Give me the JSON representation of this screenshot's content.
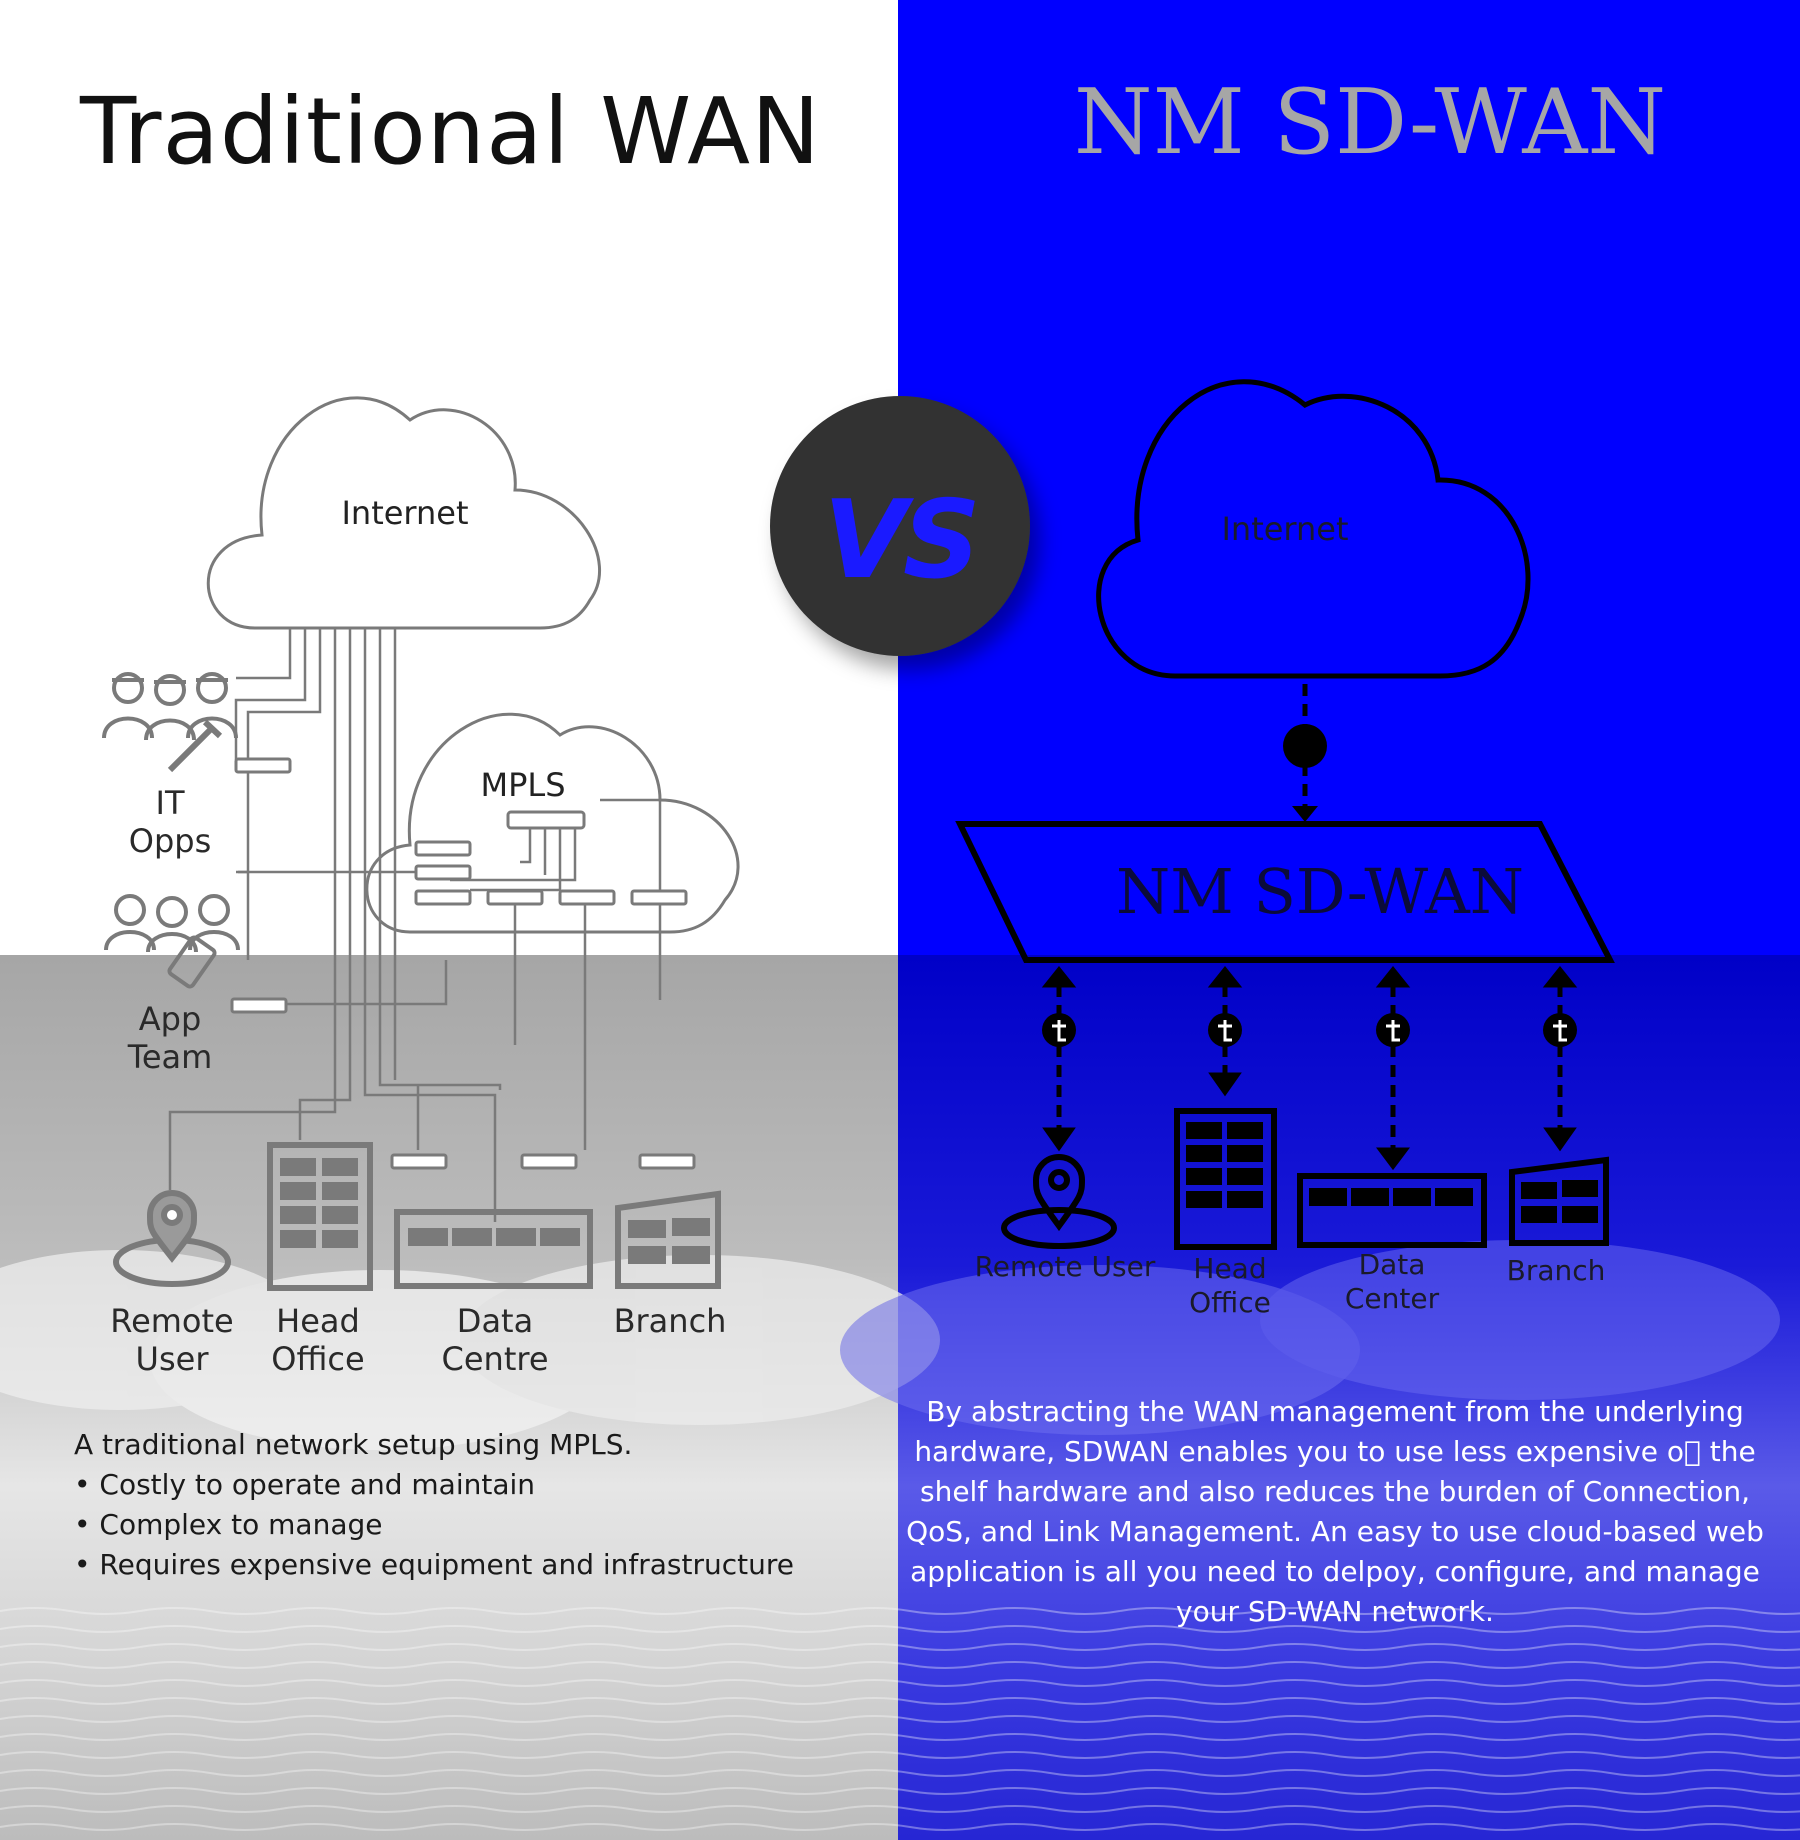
{
  "left_panel": {
    "title": "Traditional WAN",
    "internet_label": "Internet",
    "mpls_label": "MPLS",
    "it_opps_label": [
      "IT",
      "Opps"
    ],
    "app_team_label": [
      "App",
      "Team"
    ],
    "endpoints": [
      {
        "lines": [
          "Remote",
          "User"
        ]
      },
      {
        "lines": [
          "Head",
          "Office"
        ]
      },
      {
        "lines": [
          "Data",
          "Centre"
        ]
      },
      {
        "lines": [
          "Branch"
        ]
      }
    ],
    "description_title": "A traditional network setup using MPLS.",
    "bullets": [
      "• Costly to operate and maintain",
      "• Complex to manage",
      "• Requires expensive equipment and infrastructure"
    ]
  },
  "vs_label": "VS",
  "right_panel": {
    "title": "NM SD-WAN",
    "internet_label": "Internet",
    "sdwan_label": "NM SD-WAN",
    "endpoints": [
      {
        "lines": [
          "Remote User"
        ]
      },
      {
        "lines": [
          "Head",
          "Office"
        ]
      },
      {
        "lines": [
          "Data",
          "Center"
        ]
      },
      {
        "lines": [
          "Branch"
        ]
      }
    ],
    "description": "By abstracting the WAN management from the underlying hardware, SDWAN enables you to use less expensive o\u0000 the shelf hardware and also reduces the burden of Connection, QoS, and Link Management. An easy to use cloud-based web application is all you need to delpoy, configure, and manage your SD-WAN network."
  },
  "colors": {
    "left_bg": "#ffffff",
    "right_bg": "#0000ff",
    "vs_circle": "#333333",
    "vs_text": "#1a1aff",
    "left_line": "#7a7a7a",
    "right_line": "#000000"
  }
}
